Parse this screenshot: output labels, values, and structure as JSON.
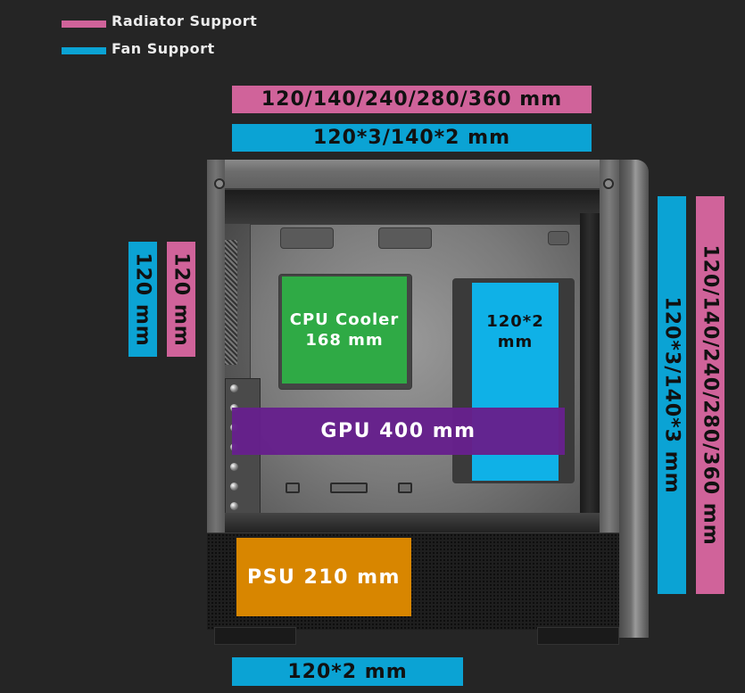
{
  "colors": {
    "background": "#252525",
    "radiator": "#d0639a",
    "fan": "#0ba3d4",
    "cpu": "#2faa45",
    "gpu": "#66208c",
    "psu": "#d88600"
  },
  "legend": [
    {
      "label": "Radiator Support",
      "color": "#d0639a",
      "icon": "radiator-swatch"
    },
    {
      "label": "Fan Support",
      "color": "#0ba3d4",
      "icon": "fan-swatch"
    }
  ],
  "top": {
    "radiator": "120/140/240/280/360 mm",
    "fan": "120*3/140*2 mm"
  },
  "rear": {
    "fan": "120 mm",
    "radiator": "120 mm"
  },
  "front": {
    "fan": "120*3/140*3 mm",
    "radiator": "120/140/240/280/360 mm"
  },
  "bottom": {
    "fan": "120*2 mm"
  },
  "clearances": {
    "cpu_line1": "CPU Cooler",
    "cpu_line2": "168 mm",
    "side_fan_line1": "120*2",
    "side_fan_line2": "mm",
    "gpu": "GPU 400 mm",
    "psu": "PSU 210 mm"
  }
}
